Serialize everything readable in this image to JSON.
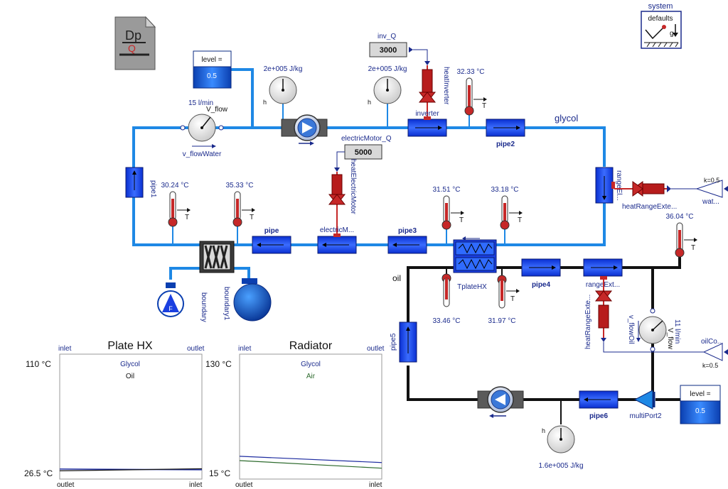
{
  "colors": {
    "glycol": "#1e88e5",
    "oil": "#111111",
    "component": "#1a3fe0",
    "component_light": "#2f6bff",
    "heat": "#c62828",
    "label": "#1a2a8c",
    "plate_line": "#1e2ca0",
    "air_line": "#2e6b2e"
  },
  "labels": {
    "system": "system",
    "system_defaults": "defaults",
    "system_g": "g",
    "level_top": "level =",
    "level_top_value": "0.5",
    "level_bottom": "level =",
    "level_bottom_value": "0.5",
    "enthalpy_left": "2e+005 J/kg",
    "enthalpy_mid": "2e+005 J/kg",
    "enthalpy_bottom": "1.6e+005 J/kg",
    "h_left": "h",
    "h_mid": "h",
    "h_bottom": "h",
    "vflow_value": "15 l/min",
    "vflow_name": "V_flow",
    "vflow_sensor": "v_flowWater",
    "inv_q": "inv_Q",
    "inv_q_value": "3000",
    "heat_inverter": "heatInverter",
    "inverter": "inverter",
    "temp_inverter": "32.33 °C",
    "t_inverter": "T",
    "glycol": "glycol",
    "pipe2": "pipe2",
    "electric_motor_q": "electricMotor_Q",
    "electric_motor_q_value": "5000",
    "heat_electric_motor": "heatElectricMotor",
    "electric_motor": "electricM...",
    "pipe1": "pipe1",
    "temp_pipe1": "30.24 °C",
    "t_pipe1": "T",
    "temp_pipe": "35.33 °C",
    "t_pipe": "T",
    "pipe": "pipe",
    "temp_pipe3": "31.51 °C",
    "t_pipe3": "T",
    "temp_hx_in": "33.18 °C",
    "t_hx_in": "T",
    "pipe3": "pipe3",
    "range_ext_top": "rangeEl...",
    "heat_range_ext": "heatRangeExte...",
    "k_top": "k=0.5",
    "wat": "wat...",
    "temp_right": "36.04 °C",
    "t_right": "T",
    "oil": "oil",
    "plate_hx": "TplateHX",
    "temp_oil_left": "33.46 °C",
    "temp_oil_right": "31.97 °C",
    "t_oil_right": "T",
    "pipe4": "pipe4",
    "range_ext_oil": "rangeExt...",
    "heat_range_ext_oil": "heatRangeExte...",
    "vflow_oil": "v_flowOil",
    "vflow_oil_value": "11 l/min",
    "vflow_oil_name": "V_flow",
    "oil_co": "oilCo...",
    "k_bottom": "k=0.5",
    "pipe5": "pipe5",
    "pipe6": "pipe6",
    "multiport": "multiPort2",
    "boundary": "boundary",
    "boundary1": "boundary1",
    "doc_icon_top": "Dp",
    "doc_icon_bottom": "Q"
  },
  "plate_hx_panel": {
    "title": "Plate HX",
    "inlet_top": "inlet",
    "outlet_top": "outlet",
    "outlet_bottom": "outlet",
    "inlet_bottom": "inlet",
    "t_max": "110 °C",
    "t_min": "26.5 °C",
    "series_top": "Glycol",
    "series_bottom": "Oil"
  },
  "radiator_panel": {
    "title": "Radiator",
    "inlet_top": "inlet",
    "outlet_top": "outlet",
    "outlet_bottom": "outlet",
    "inlet_bottom": "inlet",
    "t_max": "130 °C",
    "t_min": "15 °C",
    "series_top": "Glycol",
    "series_bottom": "Air"
  },
  "chart_data": [
    {
      "type": "line",
      "title": "Plate HX",
      "ylim": [
        26.5,
        110
      ],
      "x": [
        0,
        1
      ],
      "series": [
        {
          "name": "Glycol",
          "values": [
            33.2,
            32.7
          ]
        },
        {
          "name": "Oil",
          "values": [
            32.0,
            33.4
          ]
        }
      ]
    },
    {
      "type": "line",
      "title": "Radiator",
      "ylim": [
        15,
        130
      ],
      "x": [
        0,
        1
      ],
      "series": [
        {
          "name": "Glycol",
          "values": [
            36.0,
            30.2
          ]
        },
        {
          "name": "Air",
          "values": [
            32.0,
            25.0
          ]
        }
      ]
    }
  ]
}
